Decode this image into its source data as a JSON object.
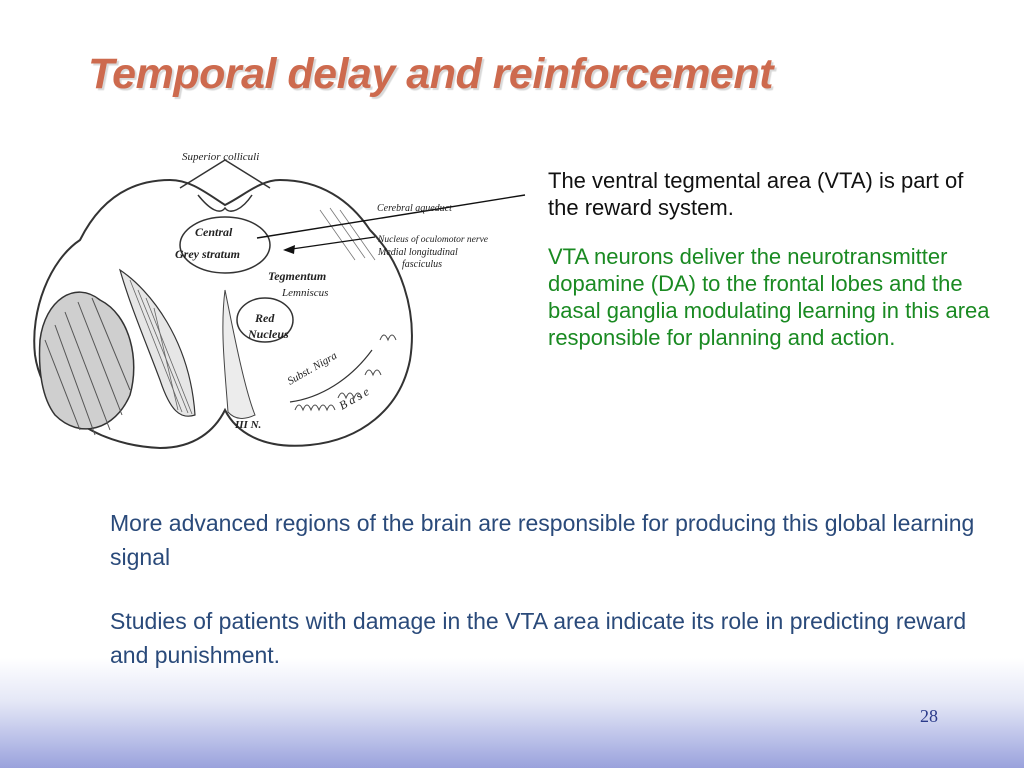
{
  "slide": {
    "title": "Temporal delay and reinforcement",
    "figure_labels": {
      "superior_colliculi": "Superior colliculi",
      "cerebral_aqueduct": "Cerebral aqueduct",
      "nucleus_oculomotor": "Nucleus of oculomotor nerve",
      "medial_longitudinal": "Medial longitudinal",
      "fasciculus": "fasciculus",
      "central": "Central",
      "grey_stratum": "Grey stratum",
      "tegmentum": "Tegmentum",
      "lemniscus": "Lemniscus",
      "red": "Red",
      "nucleus": "Nucleus",
      "subst_nigra": "Subst. Nigra",
      "base": "Base",
      "iii_n": "III N."
    },
    "side_paragraph_1": "The ventral tegmental area (VTA) is part of the reward system.",
    "side_paragraph_2": "VTA neurons deliver the neurotransmitter dopamine (DA) to the frontal lobes and the basal ganglia modulating learning in this area responsible for planning and action.",
    "bottom_paragraph_1": "More advanced regions of the brain are responsible for producing this global learning signal",
    "bottom_paragraph_2": "Studies of patients with damage in the VTA area indicate its role in predicting reward and punishment.",
    "page_number": "28",
    "colors": {
      "title": "#cd6a4e",
      "side_text_1": "#111111",
      "side_text_2": "#1a8a22",
      "bottom_text": "#2a4a7a",
      "band": "#9aa2dc"
    }
  }
}
